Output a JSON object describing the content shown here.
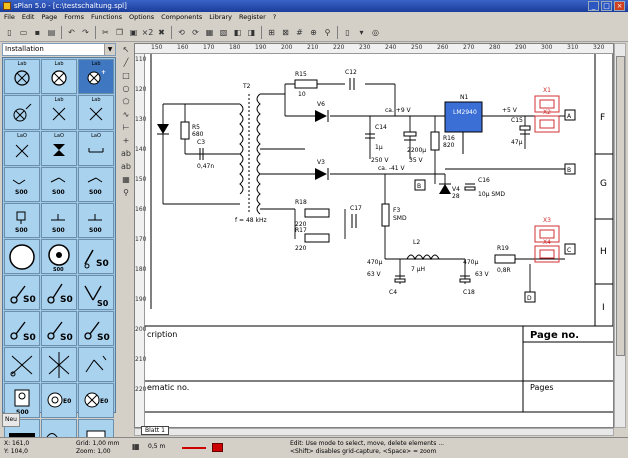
{
  "title": "sPlan 5.0 - [c:\\testschaltung.spl]",
  "menu": [
    "File",
    "Edit",
    "Page",
    "Forms",
    "Functions",
    "Options",
    "Components",
    "Library",
    "Register",
    "?"
  ],
  "library": {
    "selected": "Installation"
  },
  "palette_labels": {
    "lab": "Lab",
    "lao": "LaO",
    "s00": "S00",
    "s0": "S0",
    "e0": "E0"
  },
  "palette_tabs": [
    "Neu"
  ],
  "sheet_tab": "Blatt 1",
  "ruler_top": [
    "150",
    "160",
    "170",
    "180",
    "190",
    "200",
    "210",
    "220",
    "230",
    "240",
    "250",
    "260",
    "270",
    "280",
    "290",
    "300",
    "310",
    "320"
  ],
  "ruler_left": [
    "110",
    "120",
    "130",
    "140",
    "150",
    "160",
    "170",
    "180",
    "190",
    "200",
    "210",
    "220"
  ],
  "schematic": {
    "T2": "T2",
    "R15": "R15",
    "R15v": "10",
    "C12": "C12",
    "V6": "V6",
    "ca9": "ca. +9 V",
    "N1": "N1",
    "N1part": "LM2940",
    "plus5": "+5 V",
    "X1": "X1",
    "X2": "X2",
    "A": "A",
    "R5": "R5",
    "R5v": "680",
    "C3": "C3",
    "C3v": "0,47n",
    "C14": "C14",
    "C14v": "1µ",
    "C14u": "250 V",
    "C13v": "2200µ",
    "C13u": "35 V",
    "R16": "R16",
    "R16v": "820",
    "C15": "C15",
    "C15v": "47µ",
    "F": "F",
    "V3": "V3",
    "ca41": "ca. -41 V",
    "B": "B",
    "V4": "V4",
    "V4v": "28",
    "C16": "C16",
    "C16v": "10µ SMD",
    "G": "G",
    "freq": "f = 48 kHz",
    "R18": "R18",
    "R18v": "220",
    "R17": "R17",
    "R17v": "220",
    "C17": "C17",
    "F3": "F3",
    "F3v": "SMD",
    "X3": "X3",
    "X4": "X4",
    "H": "H",
    "L2": "L2",
    "L2v": "7 µH",
    "R19": "R19",
    "R19v": "0,8R",
    "C": "C",
    "c470a": "470µ",
    "c63a": "63 V",
    "C4": "C4",
    "c470b": "470µ",
    "c63b": "63 V",
    "C18": "C18",
    "D": "D",
    "I": "I",
    "description": "cription",
    "schematic_no": "ematic no.",
    "page_no": "Page no.",
    "pages": "Pages"
  },
  "status": {
    "x": "X: 161,0",
    "y": "Y: 104,0",
    "grid": "Grid: 1,00 mm",
    "zoom": "Zoom: 1,00",
    "width": "0,5 m",
    "hint1": "Edit: Use mode to select, move, delete elements ...",
    "hint2": "<Shift> disables grid-capture, <Space> = zoom"
  }
}
